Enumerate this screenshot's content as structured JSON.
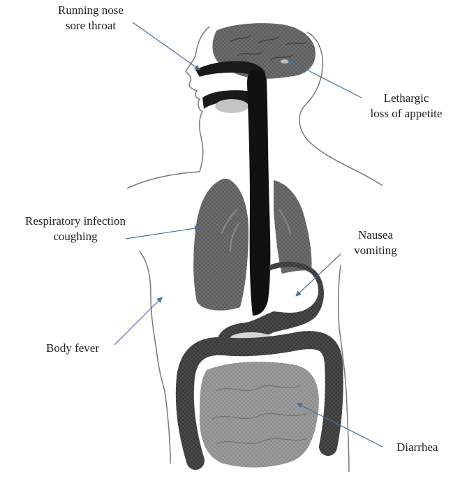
{
  "labels": {
    "runny_nose": {
      "line1": "Running nose",
      "line2": "sore throat"
    },
    "lethargic": {
      "line1": "Lethargic",
      "line2": "loss of appetite"
    },
    "respiratory": {
      "line1": "Respiratory infection",
      "line2": "coughing"
    },
    "nausea": {
      "line1": "Nausea",
      "line2": "vomiting"
    },
    "fever": {
      "line1": "Body fever"
    },
    "diarrhea": {
      "line1": "Diarrhea"
    }
  },
  "colors": {
    "arrow": "#4a6f96",
    "outline": "#777777",
    "organ_dark": "#2a2a2a",
    "organ_mid": "#555555",
    "organ_light": "#8a8a8a",
    "organ_pale": "#bdbdbd"
  }
}
